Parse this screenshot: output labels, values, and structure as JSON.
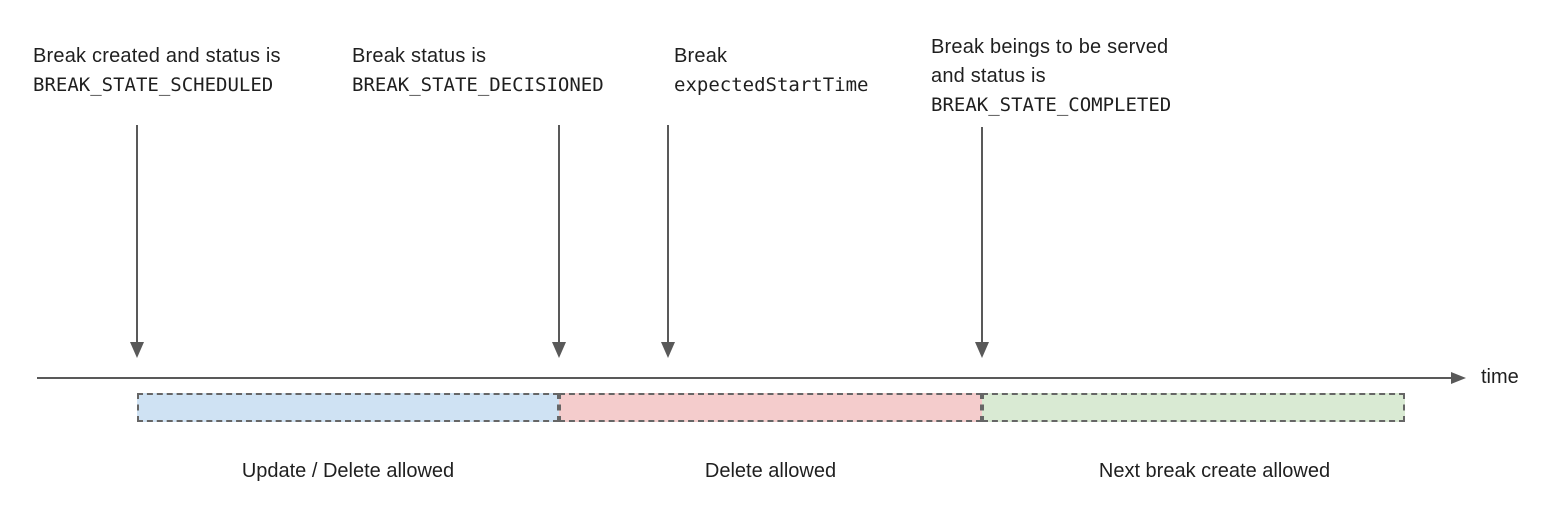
{
  "annotations": [
    {
      "lines": [
        {
          "text": "Break created and status is",
          "style": "sans"
        },
        {
          "text": "BREAK_STATE_SCHEDULED",
          "style": "mono"
        }
      ]
    },
    {
      "lines": [
        {
          "text": "Break status is",
          "style": "sans"
        },
        {
          "text": "BREAK_STATE_DECISIONED",
          "style": "mono"
        }
      ]
    },
    {
      "lines": [
        {
          "text": "Break",
          "style": "sans"
        },
        {
          "text": "expectedStartTime",
          "style": "mono"
        }
      ]
    },
    {
      "lines": [
        {
          "text": "Break beings to be served",
          "style": "sans"
        },
        {
          "text": "and status is",
          "style": "sans"
        },
        {
          "text": "BREAK_STATE_COMPLETED",
          "style": "mono"
        }
      ]
    }
  ],
  "timeline": {
    "axis_label": "time"
  },
  "segments": [
    {
      "label": "Update / Delete allowed",
      "color": "#cfe2f3"
    },
    {
      "label": "Delete allowed",
      "color": "#f4cccc"
    },
    {
      "label": "Next break create allowed",
      "color": "#d9ead3"
    }
  ],
  "colors": {
    "arrow": "#595959",
    "axis": "#595959",
    "segment_border": "#666666",
    "text": "#1f1f1f"
  }
}
